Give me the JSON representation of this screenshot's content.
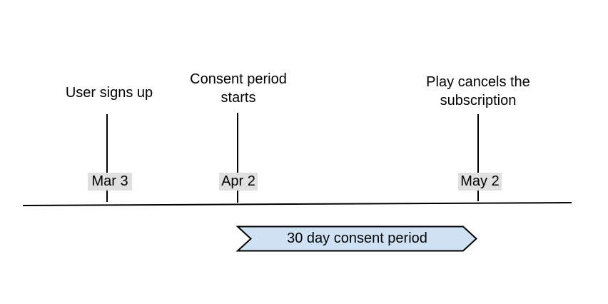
{
  "diagram": {
    "background": "#ffffff",
    "axis": {
      "color": "#000000"
    },
    "chip_bg": "#e0e0e0",
    "events": [
      {
        "label": "User signs up",
        "date": "Mar 3"
      },
      {
        "label": "Consent period\nstarts",
        "date": "Apr 2"
      },
      {
        "label": "Play cancels the\nsubscription",
        "date": "May 2"
      }
    ],
    "banner": {
      "label": "30 day consent period",
      "fill": "#cfe2f3",
      "stroke": "#000000"
    }
  }
}
